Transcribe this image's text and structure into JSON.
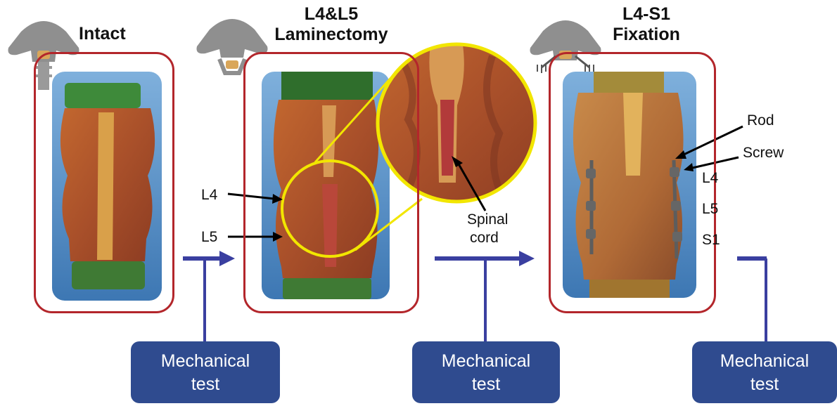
{
  "stages": [
    {
      "title_lines": [
        "Intact"
      ]
    },
    {
      "title_lines": [
        "L4&L5",
        "Laminectomy"
      ]
    },
    {
      "title_lines": [
        "L4-S1",
        "Fixation"
      ]
    }
  ],
  "annotations": {
    "l4": "L4",
    "l5": "L5",
    "spinal_cord_line1": "Spinal",
    "spinal_cord_line2": "cord",
    "rod": "Rod",
    "screw": "Screw",
    "fix_l4": "L4",
    "fix_l5": "L5",
    "fix_s1": "S1"
  },
  "tests": [
    {
      "line1": "Mechanical",
      "line2": "test"
    },
    {
      "line1": "Mechanical",
      "line2": "test"
    },
    {
      "line1": "Mechanical",
      "line2": "test"
    }
  ],
  "colors": {
    "frame": "#b3262b",
    "flow_arrow": "#3a3fa0",
    "test_box": "#2f4b8f",
    "magnifier": "#f2e600",
    "vertebra_icon": "#8f8f8f"
  }
}
